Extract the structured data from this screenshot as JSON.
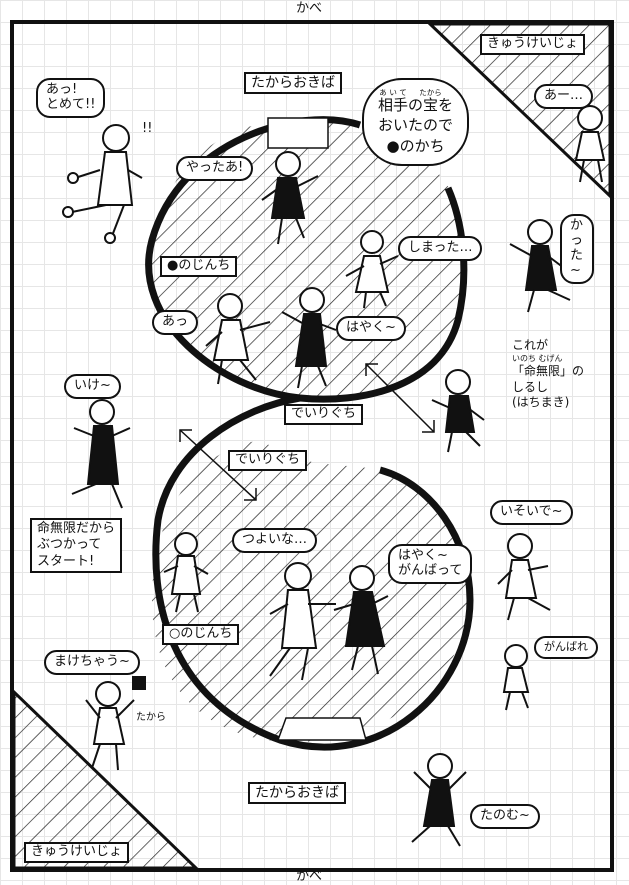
{
  "walls": {
    "top": "かべ",
    "bottom": "かべ"
  },
  "rest_areas": {
    "top_right": "きゅうけいじょ",
    "bottom_left": "きゅうけいじょ"
  },
  "camps": {
    "black": "のじんち",
    "white": "のじんち"
  },
  "treasure_spots": {
    "top": "たからおきば",
    "bottom": "たからおきば"
  },
  "entrances": {
    "upper": "でいりぐち",
    "lower": "でいりぐち"
  },
  "treasure_label": "たから",
  "speech": {
    "stop": "あっ!\nとめて!!",
    "stop_marks": "!!",
    "got_it": "やったあ!",
    "ah_top": "あー…",
    "won": "かった~",
    "oops": "しまった…",
    "ah_mid": "あっ",
    "hurry_top": "はやく~",
    "go": "いけ~",
    "hurry_right": "いそいで~",
    "strong": "つよいな…",
    "hurry_bottom": "はやく~\nがんばって",
    "cheer": "がんばれ",
    "losing": "まけちゃう~",
    "count_on": "たのむ~"
  },
  "win_note": {
    "line1_pre": "相手",
    "line1_ruby_a": "あいて",
    "line1_mid": "の",
    "line1_kanji": "宝",
    "line1_ruby_b": "たから",
    "line1_post": "を",
    "line2": "おいたので",
    "line3": "のかち"
  },
  "headband_note": {
    "line1": "これが",
    "ruby": "いのち  むげん",
    "line2": "「命無限」の",
    "line3": "しるし",
    "line4": "(はちまき)"
  },
  "restart_note": "命無限だから\nぶつかって\nスタート!"
}
